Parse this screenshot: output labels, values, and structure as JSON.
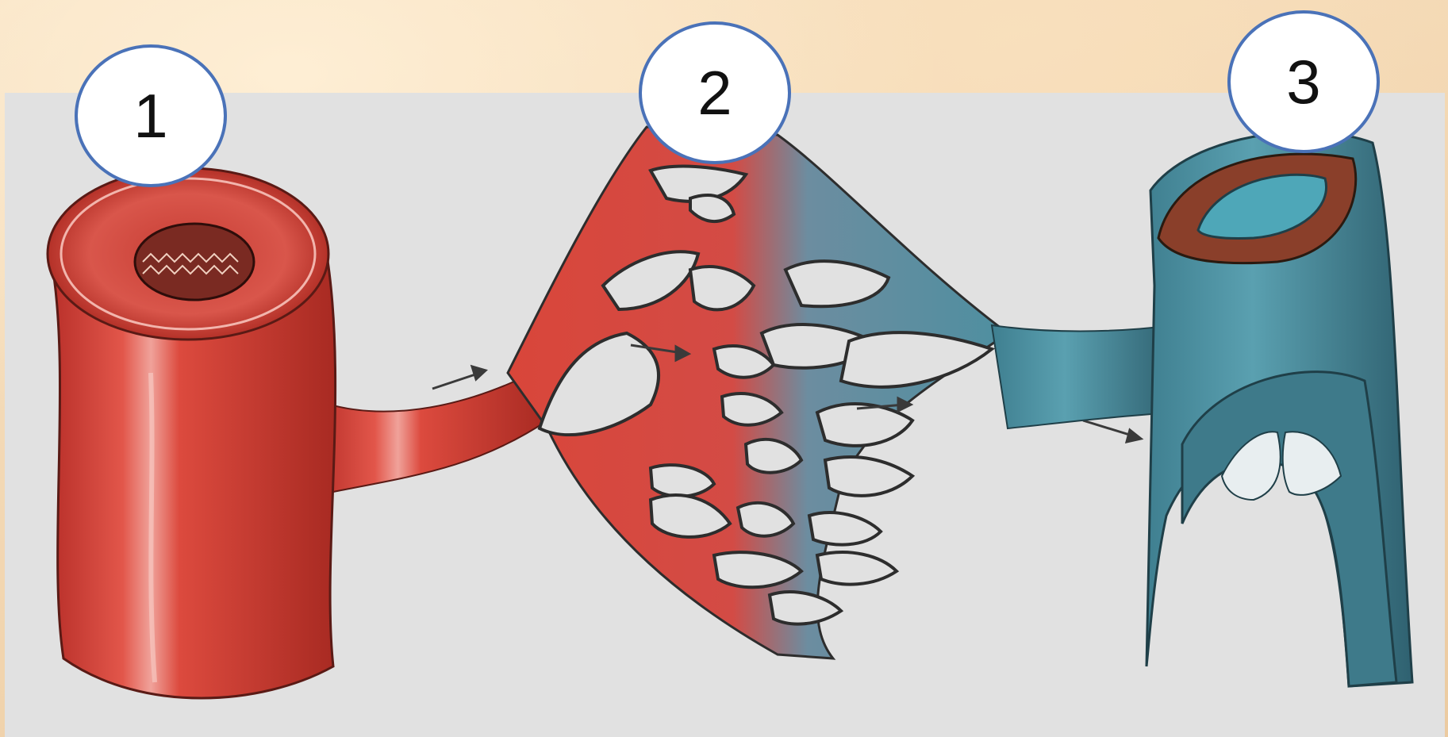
{
  "labels": [
    {
      "id": "badge-1",
      "text": "1"
    },
    {
      "id": "badge-2",
      "text": "2"
    },
    {
      "id": "badge-3",
      "text": "3"
    }
  ],
  "colors": {
    "artery": "#d9463a",
    "artery_dark": "#a82a22",
    "vein": "#4e8fa0",
    "vein_dark": "#2f6170",
    "badge_border": "#4a72b8",
    "panel": "#e1e1e1"
  }
}
